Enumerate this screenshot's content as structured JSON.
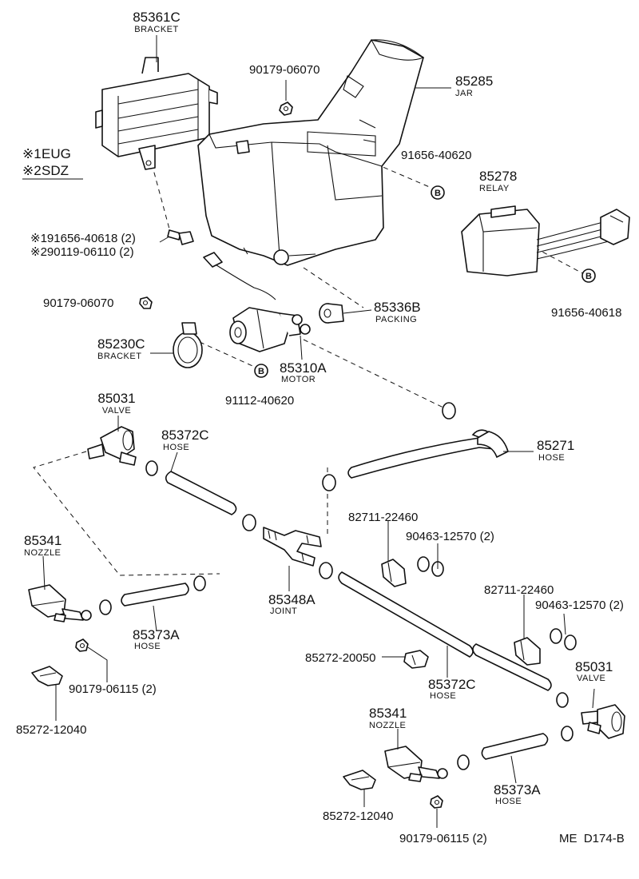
{
  "diagram_code": "ME  D174-B",
  "legend": [
    {
      "mark": "※1",
      "text": "EUG"
    },
    {
      "mark": "※2",
      "text": "SDZ"
    }
  ],
  "labels": {
    "bracket_85361c": {
      "part": "85361C",
      "name": "BRACKET"
    },
    "jar_85285": {
      "part": "85285",
      "name": "JAR"
    },
    "relay_85278": {
      "part": "85278",
      "name": "RELAY"
    },
    "packing_85336b": {
      "part": "85336B",
      "name": "PACKING"
    },
    "bracket_85230c": {
      "part": "85230C",
      "name": "BRACKET"
    },
    "motor_85310a": {
      "part": "85310A",
      "name": "MOTOR"
    },
    "valve_85031_l": {
      "part": "85031",
      "name": "VALVE"
    },
    "hose_85372c_l": {
      "part": "85372C",
      "name": "HOSE"
    },
    "hose_85271": {
      "part": "85271",
      "name": "HOSE"
    },
    "nozzle_85341_l": {
      "part": "85341",
      "name": "NOZZLE"
    },
    "hose_85373a_l": {
      "part": "85373A",
      "name": "HOSE"
    },
    "joint_85348a": {
      "part": "85348A",
      "name": "JOINT"
    },
    "hose_85372c_r": {
      "part": "85372C",
      "name": "HOSE"
    },
    "valve_85031_r": {
      "part": "85031",
      "name": "VALVE"
    },
    "nozzle_85341_r": {
      "part": "85341",
      "name": "NOZZLE"
    },
    "hose_85373a_r": {
      "part": "85373A",
      "name": "HOSE"
    }
  },
  "numbers": {
    "nut_top": "90179-06070",
    "bolt_jar": "91656-40620",
    "bolt_relay": "91656-40618",
    "bolt_var1": "※191656-40618 (2)",
    "bolt_var2": "※290119-06110 (2)",
    "nut_left": "90179-06070",
    "bolt_motor": "91112-40620",
    "clip_a": "82711-22460",
    "clamp_a": "90463-12570 (2)",
    "clip_b": "82711-22460",
    "clamp_b": "90463-12570 (2)",
    "clip_mid": "85272-20050",
    "nut_nozzle_l": "90179-06115 (2)",
    "clip_nozzle_l": "85272-12040",
    "clip_nozzle_r": "85272-12040",
    "nut_nozzle_r": "90179-06115 (2)"
  },
  "bolt_marker": "B"
}
